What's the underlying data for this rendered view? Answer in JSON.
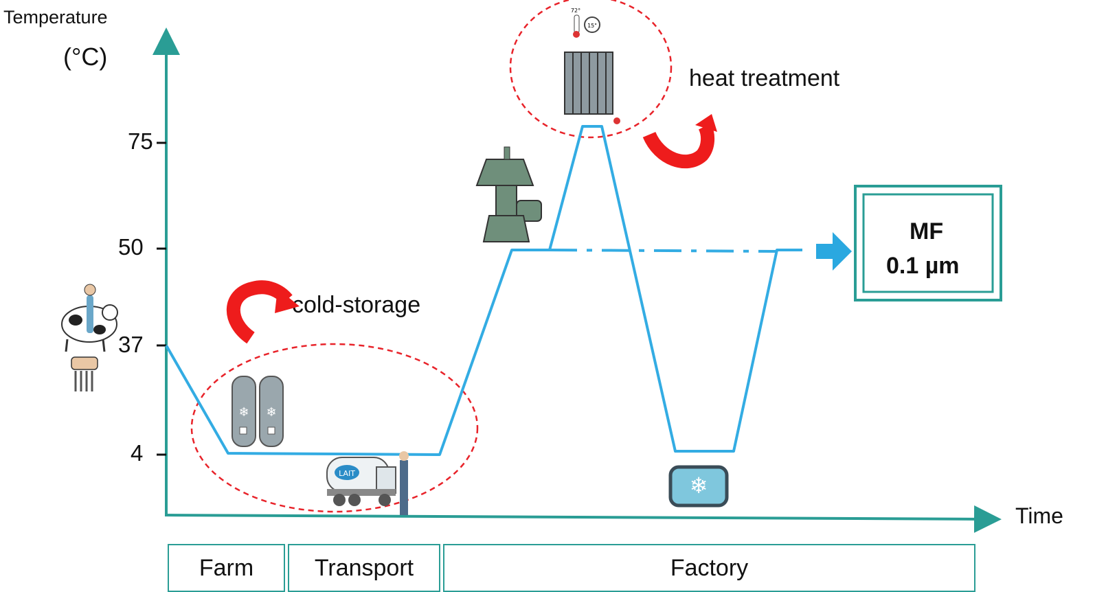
{
  "axes": {
    "y_label_line1": "Temperature",
    "y_label_line2": "(°C)",
    "x_label": "Time",
    "y_ticks": [
      "75",
      "50",
      "37",
      "4"
    ]
  },
  "annotations": {
    "cold_storage": "cold-storage",
    "heat_treatment": "heat treatment"
  },
  "output_box": {
    "line1": "MF",
    "line2": "0.1 µm"
  },
  "stages": [
    "Farm",
    "Transport",
    "Factory"
  ],
  "icons": {
    "truck_label": "LAIT",
    "thermometer_label": "72°",
    "timer_label": "15\""
  },
  "colors": {
    "axis": "#2a9d95",
    "profile_line": "#33ace3",
    "arrow": "#ee1c1c",
    "circle": "#e8232a",
    "box_border": "#2a9d95"
  }
}
